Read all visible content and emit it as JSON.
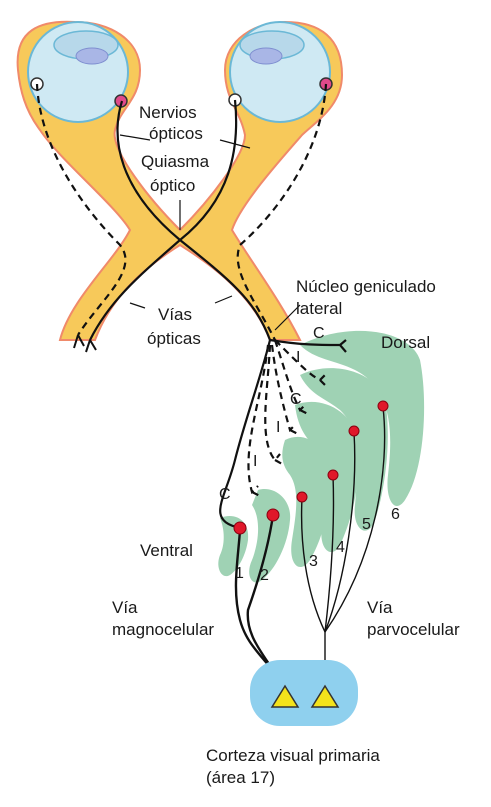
{
  "labels": {
    "optic_nerves": [
      "Nervios",
      "ópticos"
    ],
    "chiasm": [
      "Quiasma",
      "óptico"
    ],
    "optic_tracts": [
      "Vías",
      "ópticas"
    ],
    "lgn": [
      "Núcleo geniculado",
      "lateral"
    ],
    "dorsal": "Dorsal",
    "ventral": "Ventral",
    "magno": [
      "Vía",
      "magnocelular"
    ],
    "parvo": [
      "Vía",
      "parvocelular"
    ],
    "cortex": [
      "Corteza visual primaria",
      "(área 17)"
    ]
  },
  "layer_markers": [
    "C",
    "I",
    "C",
    "I",
    "I",
    "C"
  ],
  "layer_numbers": [
    "1",
    "2",
    "3",
    "4",
    "5",
    "6"
  ],
  "colors": {
    "nerve_fill": "#f7c95a",
    "nerve_edge": "#f08a6a",
    "eye_fill": "#cfe9f3",
    "lgn_layer": "#9fd2b4",
    "cell_body": "#e0182a",
    "cortex_fill": "#8fd0ee",
    "pyramid": "#f4e21b"
  }
}
